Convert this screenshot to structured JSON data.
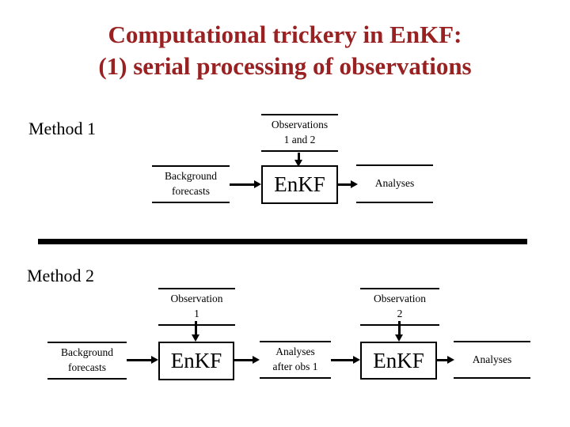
{
  "slide": {
    "title_line1": "Computational trickery in EnKF:",
    "title_line2": "(1) serial processing of observations",
    "title_color": "#992121",
    "ink_color": "#000000",
    "background_color": "#ffffff"
  },
  "method1": {
    "label": "Method 1",
    "observations_line1": "Observations",
    "observations_line2": "1 and 2",
    "background_line1": "Background",
    "background_line2": "forecasts",
    "enkf_label": "EnKF",
    "analyses_label": "Analyses"
  },
  "method2": {
    "label": "Method 2",
    "observation1_line1": "Observation",
    "observation1_line2": "1",
    "observation2_line1": "Observation",
    "observation2_line2": "2",
    "background_line1": "Background",
    "background_line2": "forecasts",
    "enkf1_label": "EnKF",
    "analyses_mid_line1": "Analyses",
    "analyses_mid_line2": "after obs 1",
    "enkf2_label": "EnKF",
    "analyses_label": "Analyses"
  }
}
